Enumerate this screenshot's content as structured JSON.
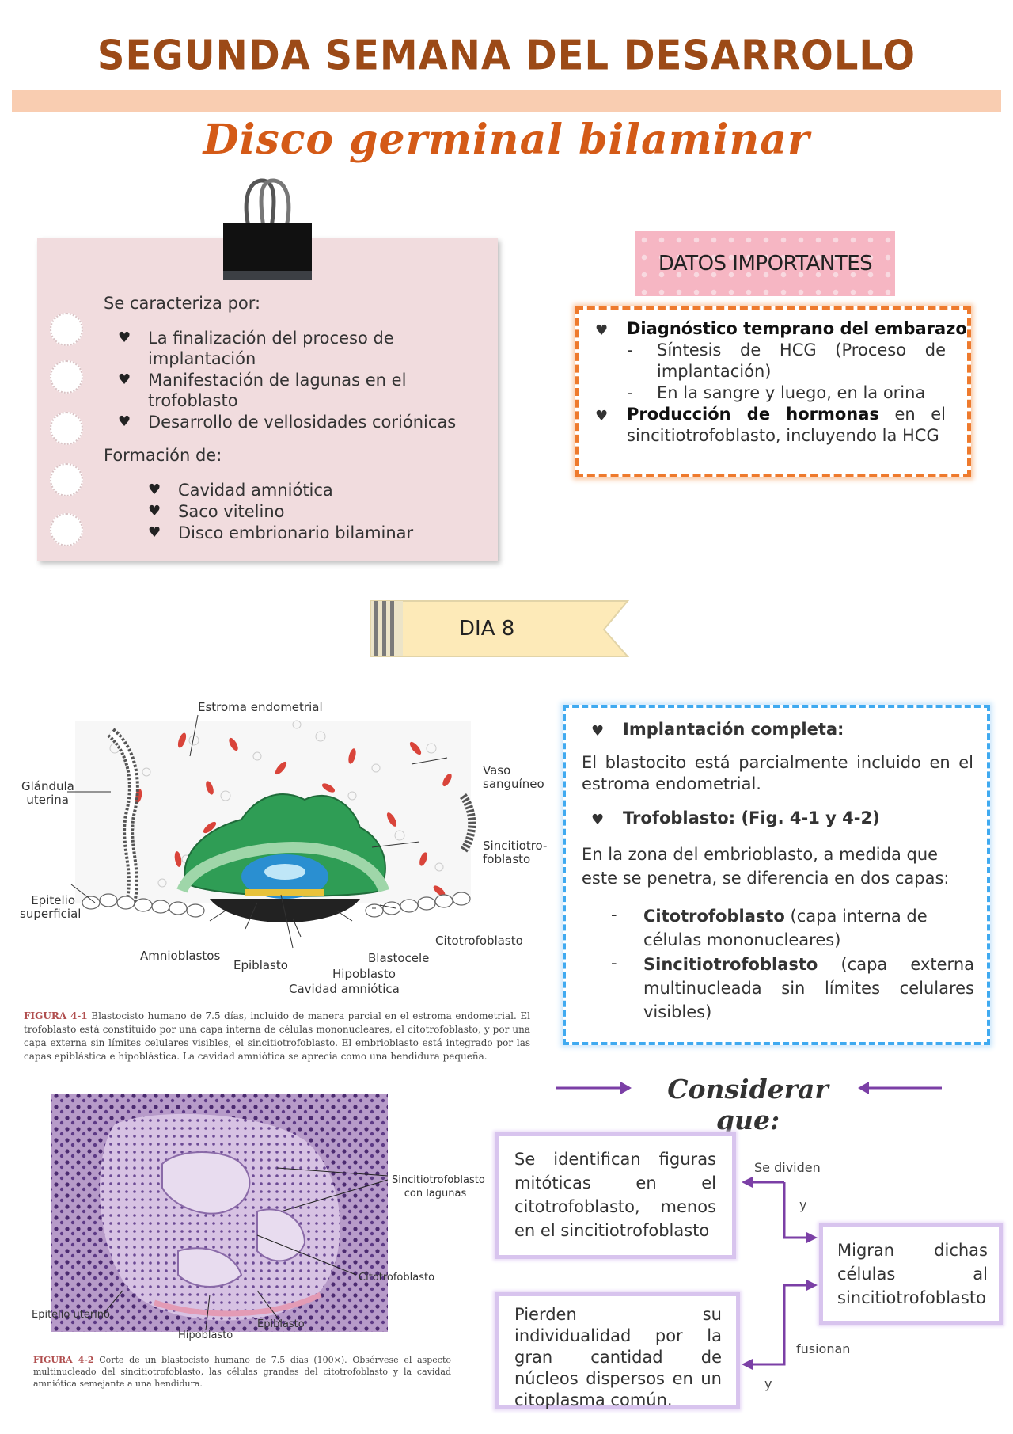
{
  "header": {
    "title": "SEGUNDA SEMANA DEL DESARROLLO",
    "subtitle": "Disco germinal bilaminar"
  },
  "note_card": {
    "intro": "Se caracteriza por:",
    "characteristics": [
      "La finalización del proceso de implantación",
      "Manifestación de lagunas en el trofoblasto",
      "Desarrollo de vellosidades coriónicas"
    ],
    "formation_label": "Formación de:",
    "formation": [
      "Cavidad amniótica",
      "Saco vitelino",
      "Disco embrionario bilaminar"
    ]
  },
  "datos": {
    "label": "DATOS IMPORTANTES",
    "item1_title": "Diagnóstico temprano del embarazo",
    "item1_sub1": "Síntesis de HCG (Proceso de implantación)",
    "item1_sub2": "En la sangre y luego, en la orina",
    "item2_title": "Producción de hormonas",
    "item2_rest": "en el sincitiotrofoblasto, incluyendo la HCG"
  },
  "dia": {
    "label": "DIA 8"
  },
  "figure1": {
    "labels": {
      "estroma": "Estroma endometrial",
      "glandula": "Glándula uterina",
      "vaso": "Vaso sanguíneo",
      "sincitio": "Sincitiotro-foblasto",
      "epitelio": "Epitelio superficial",
      "citotrofo": "Citotrofoblasto",
      "amnioblastos": "Amnioblastos",
      "blastocele": "Blastocele",
      "epiblasto": "Epiblasto",
      "hipoblasto": "Hipoblasto",
      "cavidad": "Cavidad amniótica"
    },
    "caption_ref": "FIGURA 4-1",
    "caption_text": "Blastocisto humano de 7.5 días, incluido de manera parcial en el estroma endometrial. El trofoblasto está constituido por una capa interna de células mononucleares, el citotrofoblasto, y por una capa externa sin límites celulares visibles, el sincitiotrofoblasto. El embrioblasto está integrado por las capas epiblástica e hipoblástica. La cavidad amniótica se aprecia como una hendidura pequeña."
  },
  "implantacion": {
    "title1": "Implantación completa:",
    "text1": "El blastocito está parcialmente incluido en el estroma endometrial.",
    "title2": "Trofoblasto: (Fig. 4-1 y 4-2)",
    "text2": "En la zona del embrioblasto, a medida que este se penetra, se diferencia en dos capas:",
    "layer1_name": "Citotrofoblasto",
    "layer1_desc": "(capa interna de células mononucleares)",
    "layer2_name": "Sincitiotrofoblasto",
    "layer2_desc": "(capa externa multinucleada sin límites celulares visibles)"
  },
  "considerar": {
    "title": "Considerar que:",
    "box1": "Se identifican figuras mitóticas en el citotrofoblasto, menos en el sincitiotrofoblasto",
    "box2": "Migran dichas células al sincitiotrofoblasto",
    "box3": "Pierden su individualidad por la gran cantidad de núcleos dispersos en un citoplasma común.",
    "label_dividen": "Se dividen",
    "label_y1": "y",
    "label_fusionan": "fusionan",
    "label_y2": "y"
  },
  "figure2": {
    "labels": {
      "sincitio": "Sincitiotrofoblasto con lagunas",
      "citotrofo": "Citotrofoblasto",
      "epitelio": "Epitelio uterino",
      "epiblasto": "Epiblasto",
      "hipoblasto": "Hipoblasto"
    },
    "caption_ref": "FIGURA 4-2",
    "caption_text": "Corte de un blastocisto humano de 7.5 días (100×). Obsérvese el aspecto multinucleado del sincitiotrofoblasto, las células grandes del citotrofoblasto y la cavidad amniótica semejante a una hendidura."
  },
  "colors": {
    "title": "#9c4a17",
    "subtitle": "#d45a17",
    "band": "#f9cdb1",
    "card": "#f1dcde",
    "orange_border": "#ee7a2d",
    "blue_border": "#40aaf0",
    "purple_border": "#d8c4ee",
    "purple_arrow": "#7b3fa6"
  }
}
